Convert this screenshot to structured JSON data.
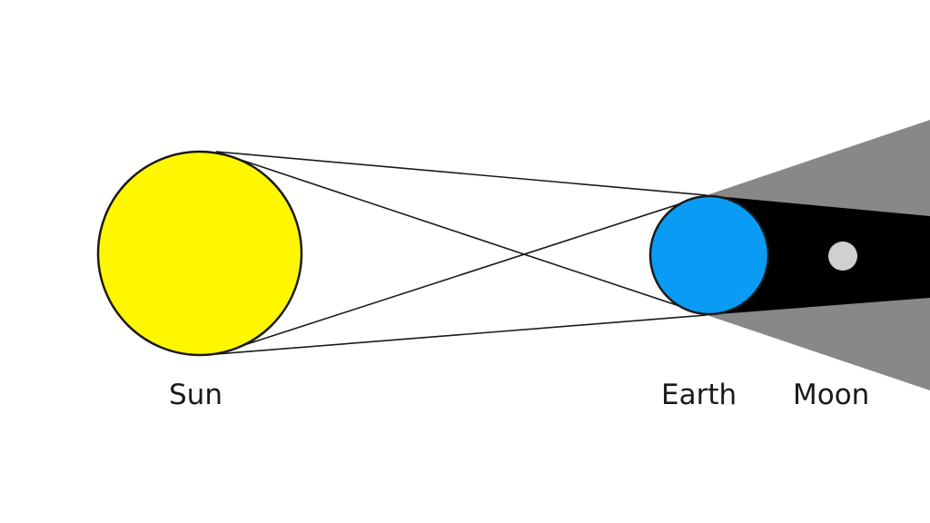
{
  "labels": {
    "sun": "Sun",
    "earth": "Earth",
    "moon": "Moon"
  },
  "colors": {
    "background": "#ffffff",
    "sun": "#fff700",
    "earth": "#0a9cf5",
    "moon": "#d0d0d0",
    "umbra": "#000000",
    "penumbra": "#888888",
    "lines": "#1a1a1a"
  }
}
